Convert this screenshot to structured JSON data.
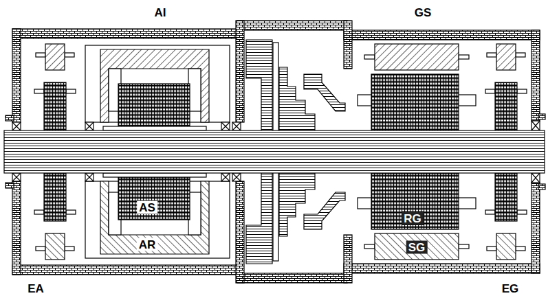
{
  "diagram": {
    "labels": [
      "AI",
      "GS",
      "AS",
      "AR",
      "RG",
      "SG",
      "EA",
      "EG"
    ]
  }
}
